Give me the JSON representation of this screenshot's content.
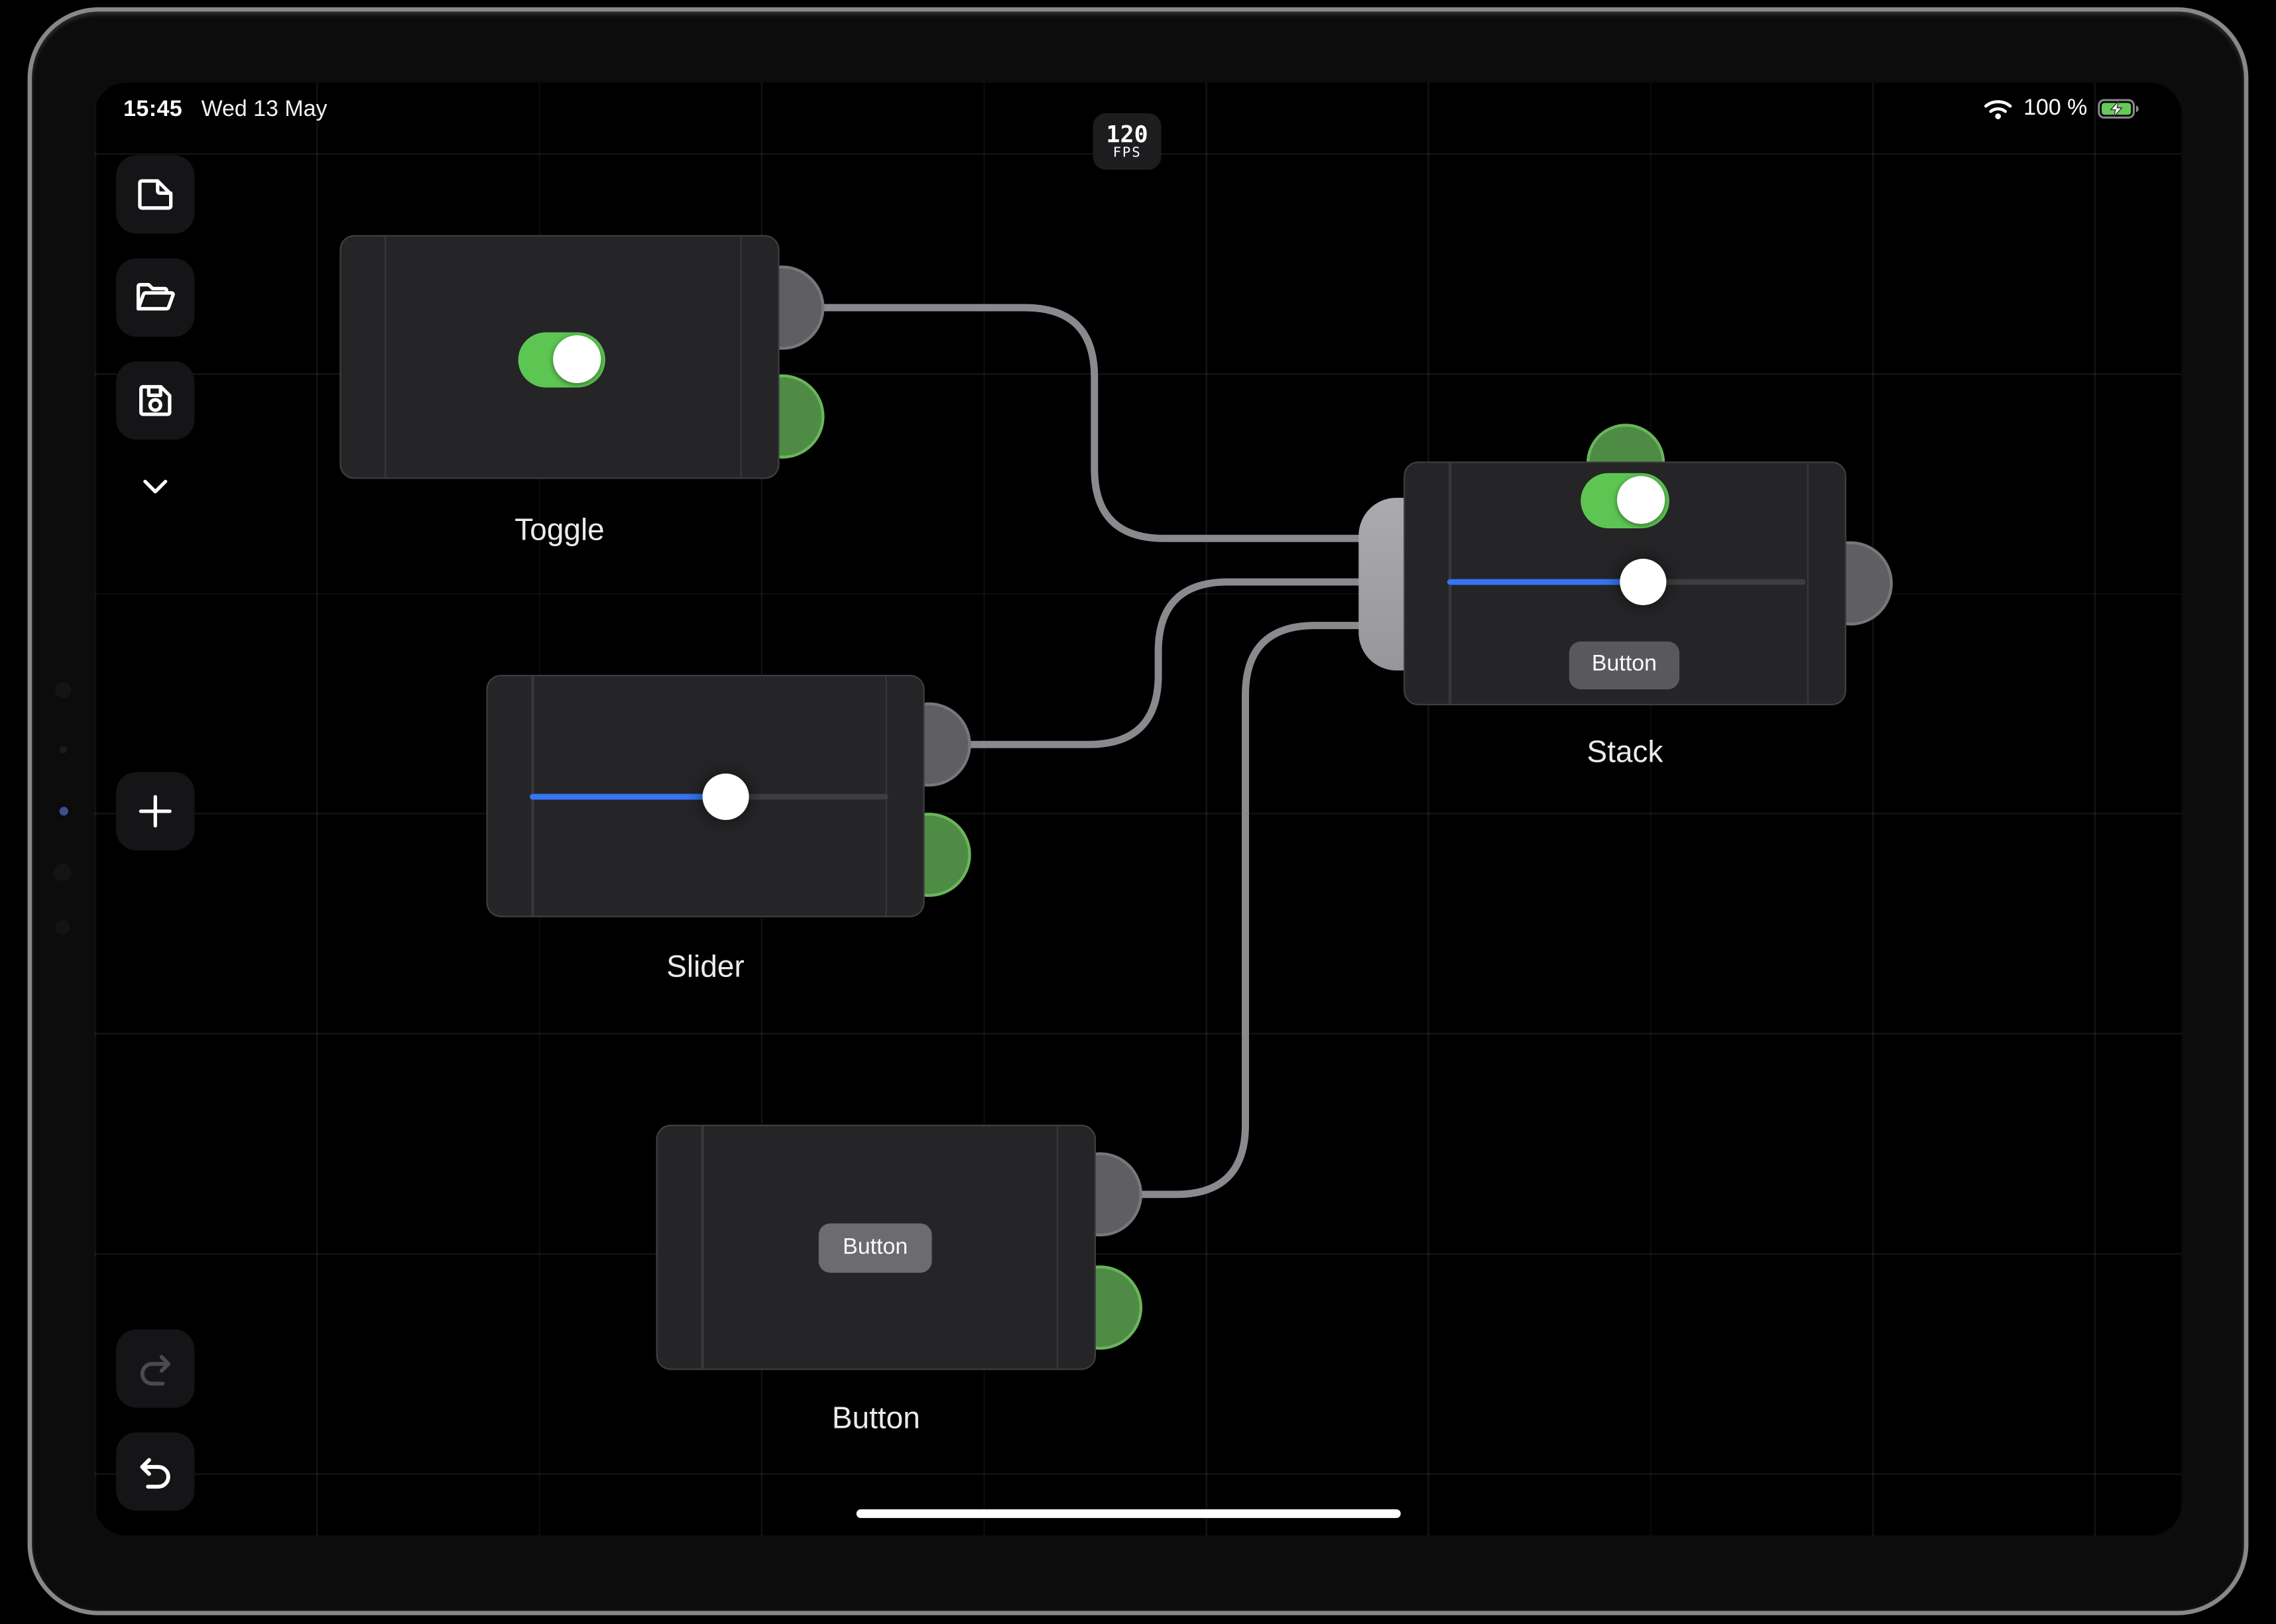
{
  "status_bar": {
    "time": "15:45",
    "date": "Wed 13 May",
    "wifi_icon": "wifi-icon",
    "battery_text": "100 %",
    "battery_icon": "battery-charging-icon",
    "battery_state": "charging"
  },
  "fps_badge": {
    "value": "120",
    "unit": "FPS"
  },
  "toolbar": {
    "new_file_icon": "document-icon",
    "open_icon": "folder-open-icon",
    "save_icon": "floppy-disk-icon",
    "collapse_icon": "chevron-down-icon",
    "add_node_icon": "plus-icon",
    "redo_icon": "redo-arrow-icon",
    "redo_enabled": false,
    "undo_icon": "undo-arrow-icon",
    "undo_enabled": true
  },
  "canvas": {
    "grid": true,
    "nodes": [
      {
        "id": "toggle",
        "label": "Toggle",
        "control": {
          "type": "toggle",
          "state": "on"
        },
        "output_ports": [
          "gray",
          "green"
        ]
      },
      {
        "id": "slider",
        "label": "Slider",
        "control": {
          "type": "slider",
          "value_pct": 56
        },
        "output_ports": [
          "gray",
          "green"
        ]
      },
      {
        "id": "button",
        "label": "Button",
        "control": {
          "type": "button",
          "text": "Button"
        },
        "output_ports": [
          "gray",
          "green"
        ]
      },
      {
        "id": "stack",
        "label": "Stack",
        "controls": [
          {
            "type": "toggle",
            "state": "on"
          },
          {
            "type": "slider",
            "value_pct": 55
          },
          {
            "type": "button",
            "text": "Button"
          }
        ],
        "input_ports": 3,
        "top_port": "green",
        "output_ports": [
          "gray"
        ]
      }
    ],
    "connections": [
      {
        "from": "toggle",
        "to": "stack",
        "input_index": 0
      },
      {
        "from": "slider",
        "to": "stack",
        "input_index": 1
      },
      {
        "from": "button",
        "to": "stack",
        "input_index": 2
      }
    ]
  },
  "colors": {
    "toggle_green": "#5dc653",
    "port_green": "#4e8c45",
    "port_gray": "#5f5f63",
    "multi_port_gray": "#a2a2a7",
    "slider_blue": "#3574f2",
    "wire_gray": "#8a8a8e",
    "battery_green": "#68c95b",
    "card_bg": "#252527"
  }
}
